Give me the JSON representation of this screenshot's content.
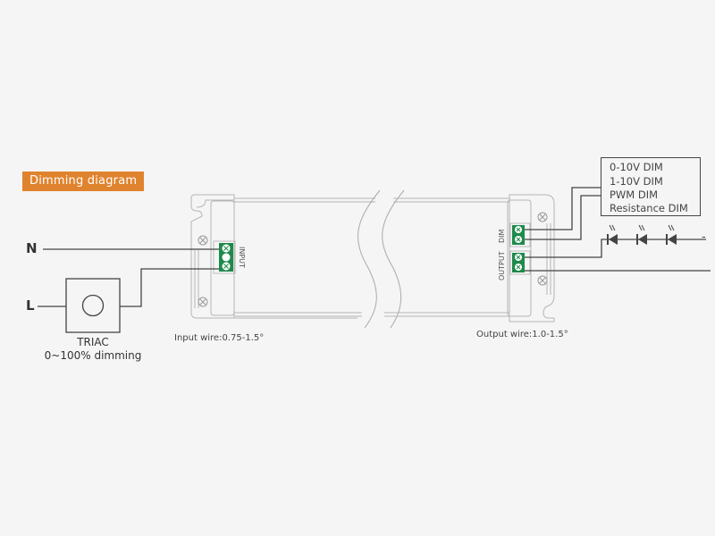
{
  "title": "Dimming diagram",
  "inputs": {
    "neutral": "N",
    "live": "L"
  },
  "triac": {
    "name": "TRIAC",
    "range": "0~100% dimming"
  },
  "driver": {
    "input_label": "INPUT",
    "dim_label": "DIM",
    "output_label": "OUTPUT",
    "input_wire": "Input wire:0.75-1.5°",
    "output_wire": "Output wire:1.0-1.5°"
  },
  "dimming_options": [
    "0-10V DIM",
    "1-10V DIM",
    "PWM DIM",
    "Resistance DIM"
  ],
  "led_chain": {
    "count": 3,
    "continuation": "-"
  },
  "colors": {
    "accent": "#e0832e",
    "terminal": "#1e8a4a",
    "line": "#444444",
    "body": "#b8b8b8"
  }
}
